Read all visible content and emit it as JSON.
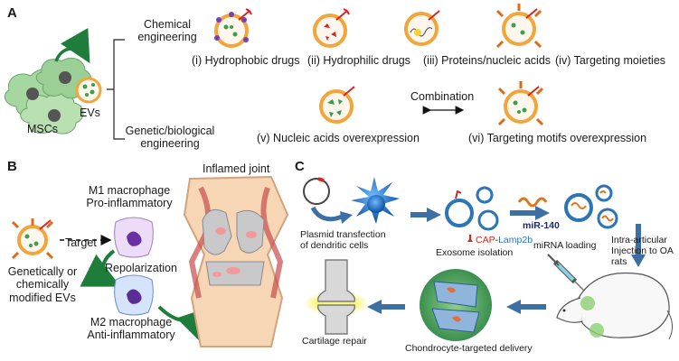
{
  "panelA": {
    "letter": "A",
    "cells_label": "MSCs",
    "ev_label": "EVs",
    "chem_eng": [
      "Chemical",
      "engineering"
    ],
    "gen_eng": [
      "Genetic/biological",
      "engineering"
    ],
    "items": [
      "(i) Hydrophobic drugs",
      "(ii) Hydrophilic drugs",
      "(iii) Proteins/nucleic acids",
      "(iv) Targeting moieties",
      "(v) Nucleic acids overexpression",
      "(vi) Targeting motifs overexpression"
    ],
    "combination": "Combination"
  },
  "panelB": {
    "letter": "B",
    "m1": [
      "M1 macrophage",
      "Pro-inflammatory"
    ],
    "m2": [
      "M2 macrophage",
      "Anti-inflammatory"
    ],
    "target": "Target",
    "repolarization": "Repolarization",
    "modified_evs": [
      "Genetically or",
      "chemically",
      "modified EVs"
    ],
    "joint": "Inflamed joint"
  },
  "panelC": {
    "letter": "C",
    "plasmid": [
      "Plasmid transfection",
      "of dendritic cells"
    ],
    "cap": "CAP",
    "lamp": "Lamp2b",
    "exosome_isolation": "Exosome isolation",
    "mirna": "miR-140",
    "mirna_loading": "miRNA loading",
    "injection": [
      "Intra-articular",
      "Injection to OA",
      "rats"
    ],
    "delivery": "Chondrocyte-targeted delivery",
    "cartilage": "Cartilage repair"
  },
  "colors": {
    "arrow_blue": "#3d6fa5",
    "arrow_green": "#1e7d3a",
    "cap_red": "#e0221b",
    "lamp_blue": "#2b74b8",
    "mir_navy": "#1b2a6b",
    "cell_green": "#a7d7a0"
  }
}
